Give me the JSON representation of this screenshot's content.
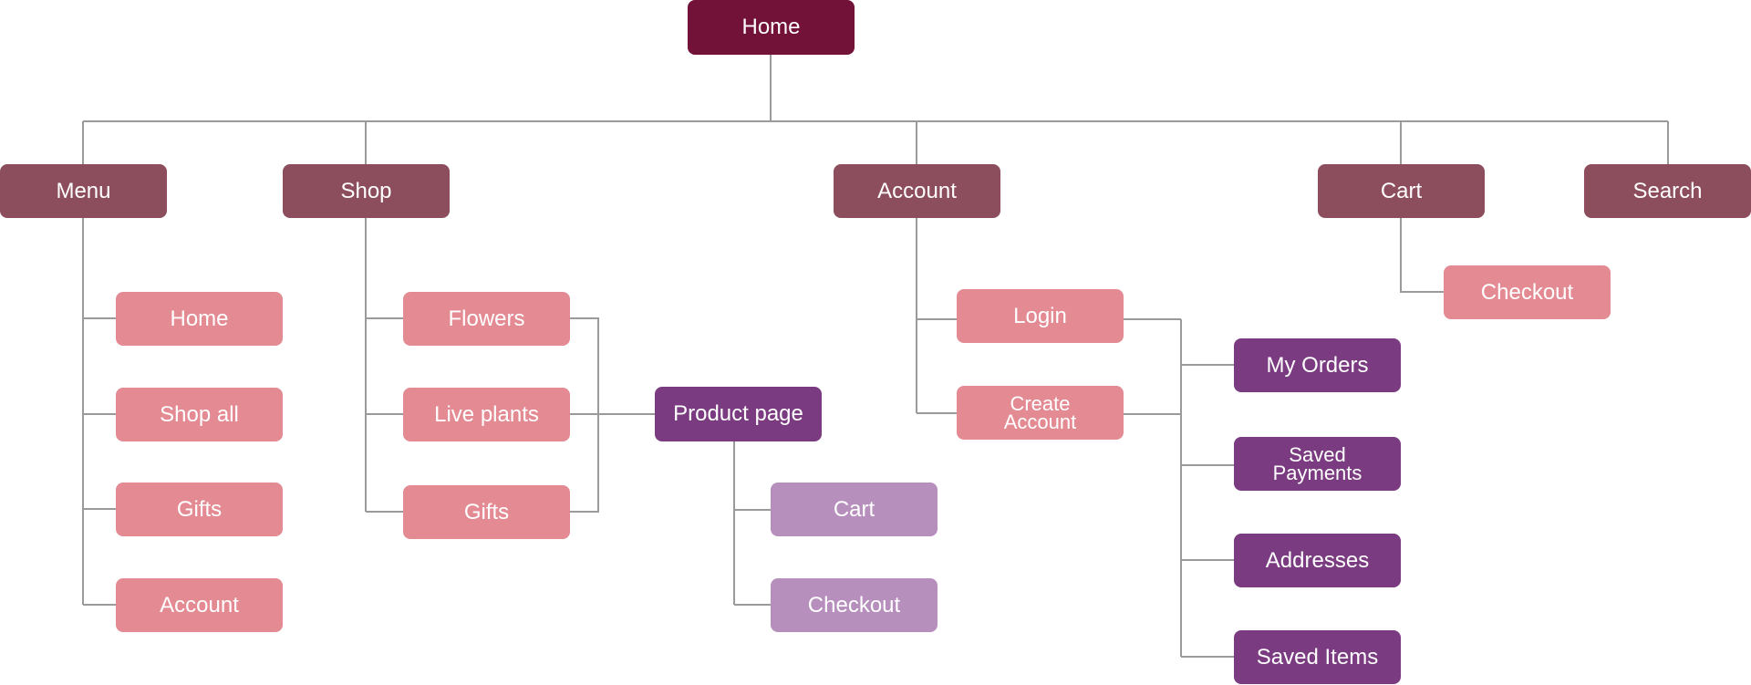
{
  "colors": {
    "root": "#721238",
    "level1": "#8c4d5c",
    "page": "#e38a93",
    "detail": "#7a3b80",
    "product_child": "#b78fbd",
    "connector": "#9a9a9a"
  },
  "sitemap": {
    "root": "Home",
    "menu": {
      "label": "Menu",
      "children": [
        "Home",
        "Shop all",
        "Gifts",
        "Account"
      ]
    },
    "shop": {
      "label": "Shop",
      "children": [
        "Flowers",
        "Live plants",
        "Gifts"
      ],
      "product_page": {
        "label": "Product page",
        "children": [
          "Cart",
          "Checkout"
        ]
      }
    },
    "account": {
      "label": "Account",
      "children": [
        "Login",
        "Create\nAccount"
      ],
      "subpages": [
        "My Orders",
        "Saved\nPayments",
        "Addresses",
        "Saved Items"
      ]
    },
    "cart": {
      "label": "Cart",
      "children": [
        "Checkout"
      ]
    },
    "search": {
      "label": "Search"
    }
  }
}
